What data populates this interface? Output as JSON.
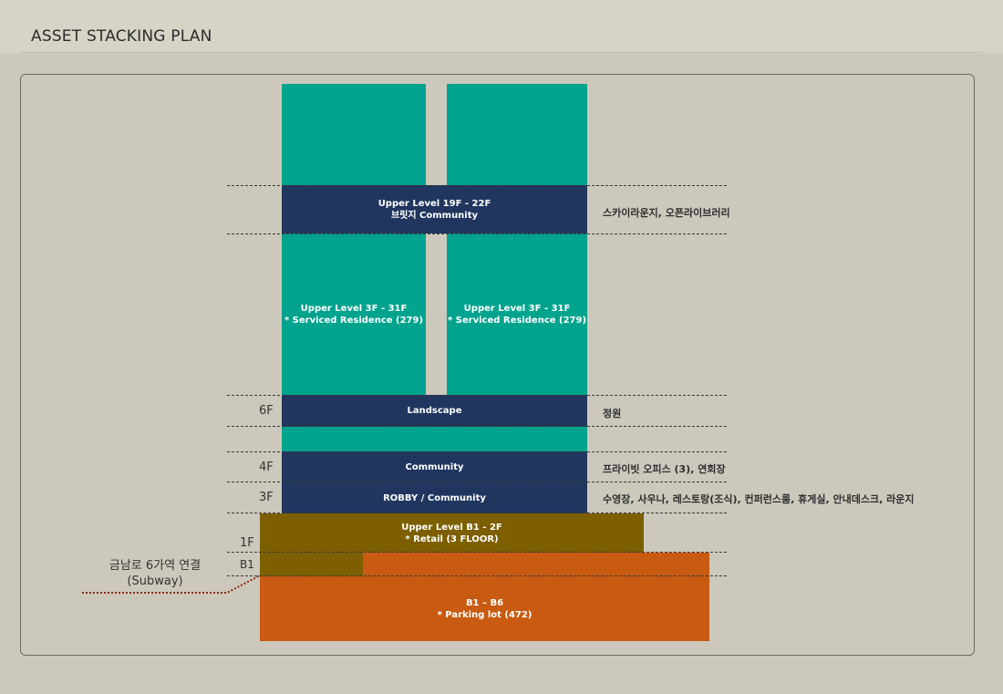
{
  "header": {
    "title": "ASSET STACKING PLAN"
  },
  "blocks": {
    "bridge": {
      "line1": "Upper Level 19F - 22F",
      "line2": "브릿지 Community"
    },
    "residence_left": {
      "line1": "Upper Level 3F - 31F",
      "line2": "* Serviced Residence (279)"
    },
    "residence_right": {
      "line1": "Upper Level 3F - 31F",
      "line2": "* Serviced Residence (279)"
    },
    "landscape": {
      "label": "Landscape"
    },
    "community": {
      "label": "Community"
    },
    "lobby": {
      "label": "ROBBY / Community"
    },
    "retail": {
      "line1": "Upper Level B1 - 2F",
      "line2": "* Retail (3 FLOOR)"
    },
    "parking": {
      "line1": "B1 – B6",
      "line2": "* Parking lot (472)"
    }
  },
  "floor_labels": {
    "f6": "6F",
    "f4": "4F",
    "f3": "3F",
    "f1": "1F",
    "b1": "B1"
  },
  "notes": {
    "bridge": "스카이라운지, 오픈라이브러리",
    "landscape": "정원",
    "community": "프라이빗 오피스 (3), 연회장",
    "lobby": "수영장, 사우나, 레스토랑(조식), 컨퍼런스룸, 휴게실, 안내데스크, 라운지"
  },
  "subway": {
    "line1": "금남로 6가역 연결",
    "line2": "(Subway)"
  },
  "colors": {
    "residence": "#00a38d",
    "community": "#20365e",
    "retail": "#7d5f00",
    "parking": "#c85a11",
    "connector": "#8a2a12"
  }
}
